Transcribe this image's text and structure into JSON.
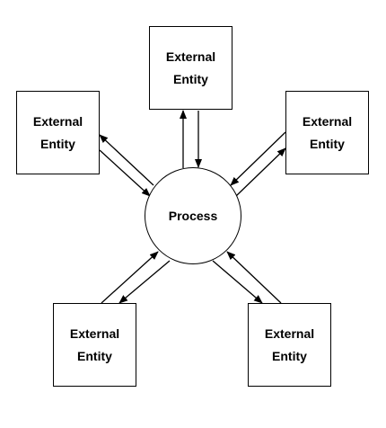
{
  "process": {
    "label": "Process"
  },
  "entities": [
    {
      "id": "top",
      "label": "External\nEntity"
    },
    {
      "id": "upper-left",
      "label": "External\nEntity"
    },
    {
      "id": "upper-right",
      "label": "External\nEntity"
    },
    {
      "id": "lower-left",
      "label": "External\nEntity"
    },
    {
      "id": "lower-right",
      "label": "External\nEntity"
    }
  ],
  "colors": {
    "stroke": "#000000",
    "fill": "#ffffff"
  }
}
